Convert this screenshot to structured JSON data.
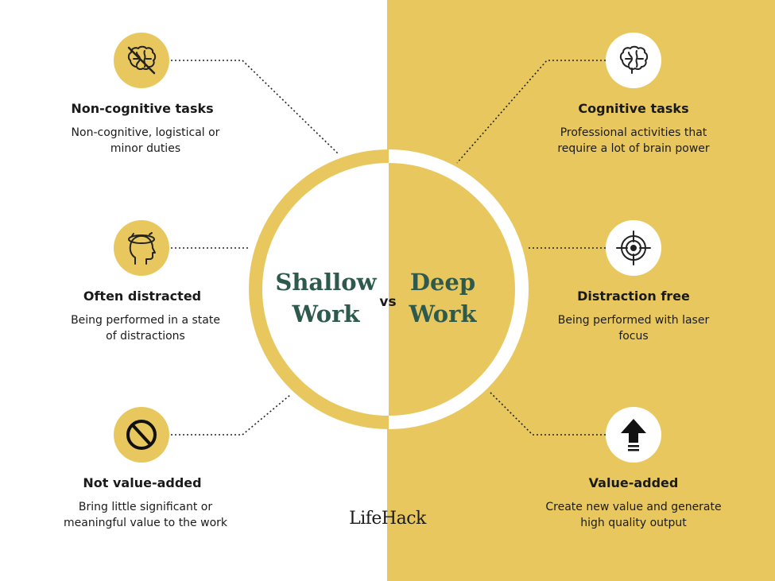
{
  "center": {
    "shallow_line1": "Shallow",
    "shallow_line2": "Work",
    "vs": "vs",
    "deep_line1": "Deep",
    "deep_line2": "Work"
  },
  "shallow": {
    "items": [
      {
        "title": "Non-cognitive tasks",
        "desc_line1": "Non-cognitive, logistical or",
        "desc_line2": "minor duties",
        "icon": "crossed-brain-icon"
      },
      {
        "title": "Often distracted",
        "desc_line1": "Being performed in a state",
        "desc_line2": "of distractions",
        "icon": "distracted-head-icon"
      },
      {
        "title": "Not value-added",
        "desc_line1": "Bring little significant or",
        "desc_line2": "meaningful value to the work",
        "icon": "prohibited-icon"
      }
    ]
  },
  "deep": {
    "items": [
      {
        "title": "Cognitive tasks",
        "desc_line1": "Professional activities that",
        "desc_line2": "require a lot of brain power",
        "icon": "brain-icon"
      },
      {
        "title": "Distraction free",
        "desc_line1": "Being performed with laser",
        "desc_line2": "focus",
        "icon": "target-icon"
      },
      {
        "title": "Value-added",
        "desc_line1": "Create new value and generate",
        "desc_line2": "high quality output",
        "icon": "up-arrow-icon"
      }
    ]
  },
  "logo": "LifeHack",
  "colors": {
    "accent": "#E8C85E",
    "title_green": "#2E5A4E",
    "text": "#1a1a1a"
  }
}
